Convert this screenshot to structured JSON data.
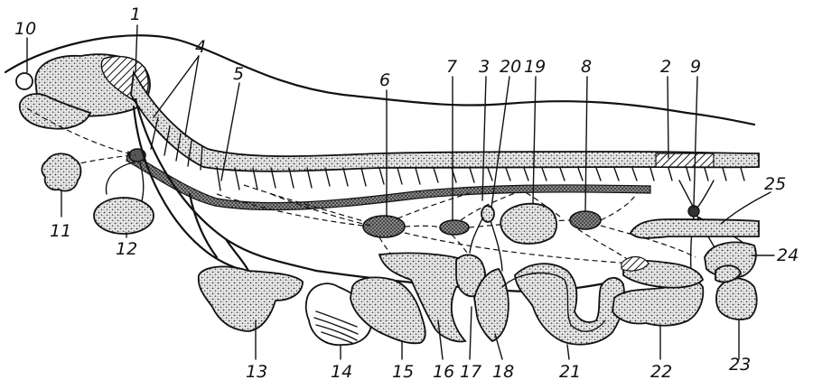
{
  "labels": {
    "l1": "1",
    "l2": "2",
    "l3": "3",
    "l4": "4",
    "l5": "5",
    "l6": "6",
    "l7": "7",
    "l8": "8",
    "l9": "9",
    "l10": "10",
    "l11": "11",
    "l12": "12",
    "l13": "13",
    "l14": "14",
    "l15": "15",
    "l16": "16",
    "l17": "17",
    "l18": "18",
    "l19": "19",
    "l20": "20",
    "l21": "21",
    "l22": "22",
    "l23": "23",
    "l24": "24",
    "l25": "25"
  },
  "colors": {
    "ink": "#111111",
    "paper": "#ffffff",
    "ganglion_fill": "#555555",
    "stipple_base": "#e9e9e9"
  }
}
